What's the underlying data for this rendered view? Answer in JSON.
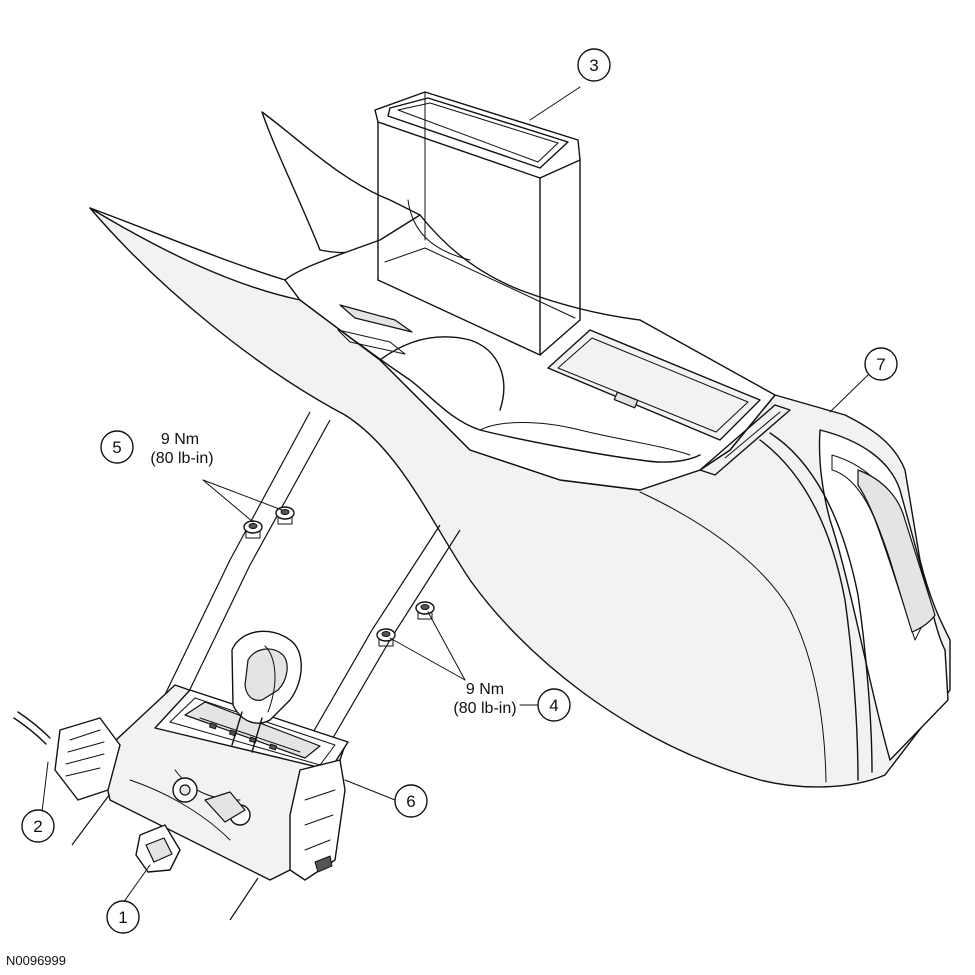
{
  "diagram": {
    "figure_id": "N0096999",
    "callouts": [
      {
        "id": "callout-1",
        "label": "1"
      },
      {
        "id": "callout-2",
        "label": "2"
      },
      {
        "id": "callout-3",
        "label": "3"
      },
      {
        "id": "callout-4",
        "label": "4"
      },
      {
        "id": "callout-5",
        "label": "5"
      },
      {
        "id": "callout-6",
        "label": "6"
      },
      {
        "id": "callout-7",
        "label": "7"
      }
    ],
    "torque_upper": {
      "value": "9 Nm",
      "imperial": "(80 lb-in)"
    },
    "torque_lower": {
      "value": "9 Nm",
      "imperial": "(80 lb-in)"
    }
  }
}
